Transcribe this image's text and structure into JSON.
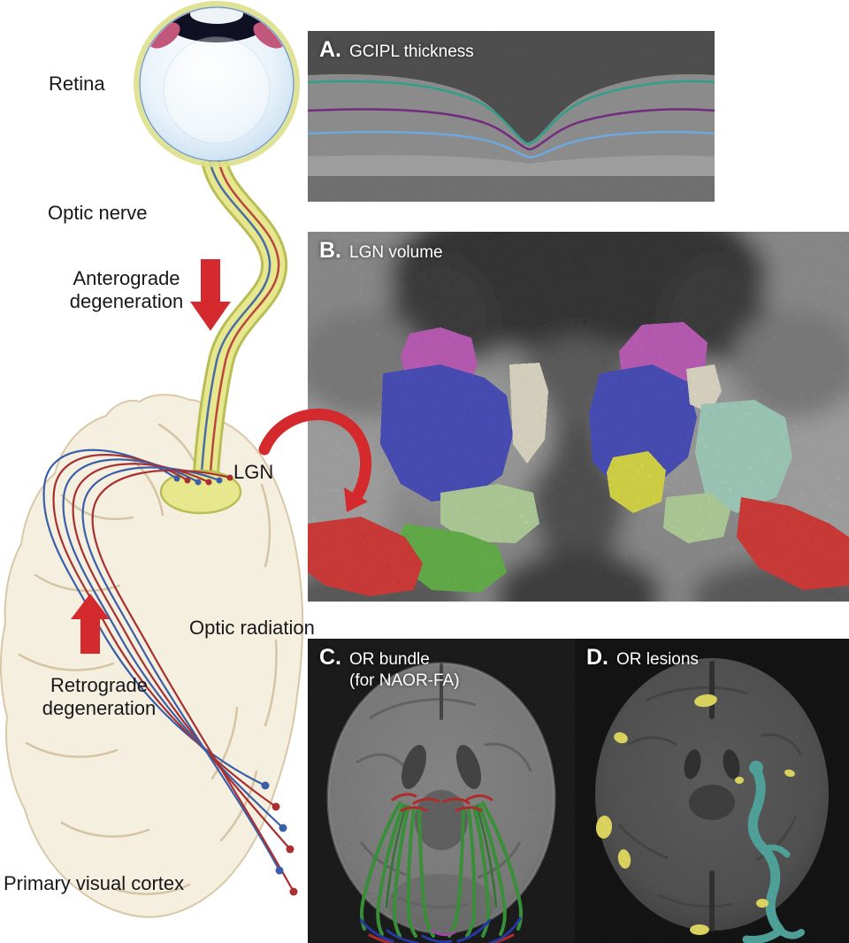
{
  "anatomy": {
    "retina": "Retina",
    "optic_nerve": "Optic nerve",
    "anterograde": "Anterograde degeneration",
    "lgn": "LGN",
    "optic_radiation": "Optic radiation",
    "retrograde": "Retrograde degeneration",
    "primary_visual_cortex": "Primary visual cortex"
  },
  "panels": {
    "a": {
      "letter": "A.",
      "title": "GCIPL thickness"
    },
    "b": {
      "letter": "B.",
      "title": "LGN volume"
    },
    "c": {
      "letter": "C.",
      "title": "OR bundle",
      "subtitle": "(for NAOR-FA)"
    },
    "d": {
      "letter": "D.",
      "title": "OR lesions"
    }
  },
  "icons": {
    "anterograde_arrow": "red-down-arrow",
    "retrograde_arrow": "red-up-arrow",
    "lgn_to_panel_b_arrow": "red-curved-arrow"
  },
  "colors": {
    "arrow_red": "#d42a2e",
    "nerve_yellow": "#e7e78e",
    "fiber_blue": "#3a5fa8",
    "fiber_red": "#a83030",
    "oct_line_top": "#2fa08a",
    "oct_line_middle": "#732b80",
    "oct_line_bottom": "#6fa8dc",
    "seg_magenta": "#c653c0",
    "seg_blue": "#3d43c4",
    "seg_light_green": "#b9dd9f",
    "seg_green": "#5eb83e",
    "seg_yellow": "#e8e83a",
    "seg_red": "#e02c28",
    "seg_teal": "#a5d9c5",
    "seg_cream": "#efe9d2",
    "tract_green": "#3f9e3f",
    "lesion_yellow": "#efe768",
    "or_overlay_teal": "#57b0a8"
  }
}
